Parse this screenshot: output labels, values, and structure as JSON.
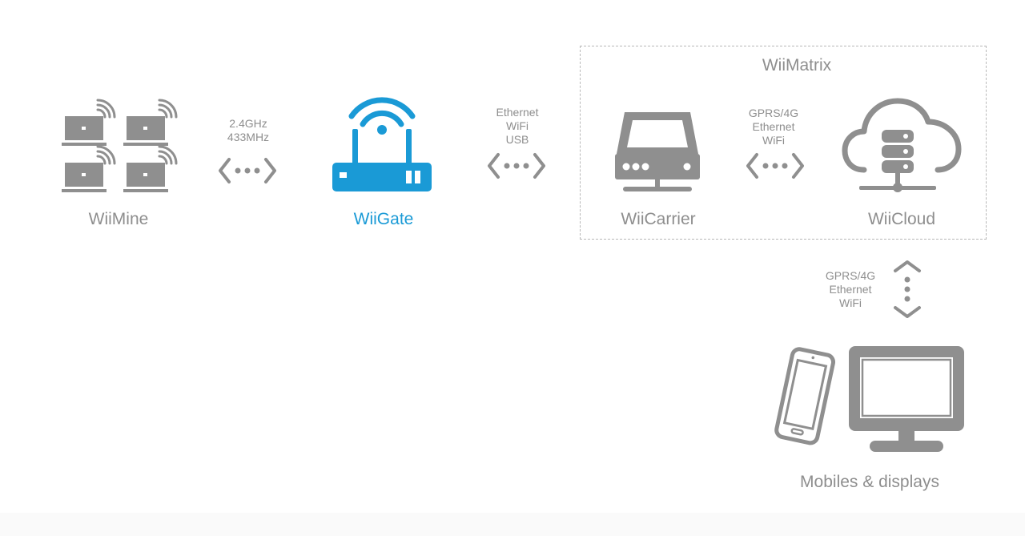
{
  "colors": {
    "gray": "#8e8e8e",
    "icon_gray": "#8f8f8f",
    "accent": "#1a9ad6"
  },
  "nodes": {
    "wiimine": {
      "label": "WiiMine",
      "icon": "laptops-wifi-icon"
    },
    "wiigate": {
      "label": "WiiGate",
      "icon": "router-icon"
    },
    "wiicarrier": {
      "label": "WiiCarrier",
      "icon": "gateway-device-icon"
    },
    "wiicloud": {
      "label": "WiiCloud",
      "icon": "cloud-server-icon"
    },
    "mobiles": {
      "label": "Mobiles & displays",
      "icon": "phone-monitor-icon"
    }
  },
  "group": {
    "title": "WiiMatrix"
  },
  "links": {
    "mine_gate": {
      "lines": [
        "2.4GHz",
        "433MHz"
      ]
    },
    "gate_carrier": {
      "lines": [
        "Ethernet",
        "WiFi",
        "USB"
      ]
    },
    "carrier_cloud": {
      "lines": [
        "GPRS/4G",
        "Ethernet",
        "WiFi"
      ]
    },
    "cloud_mobiles": {
      "lines": [
        "GPRS/4G",
        "Ethernet",
        "WiFi"
      ]
    }
  }
}
